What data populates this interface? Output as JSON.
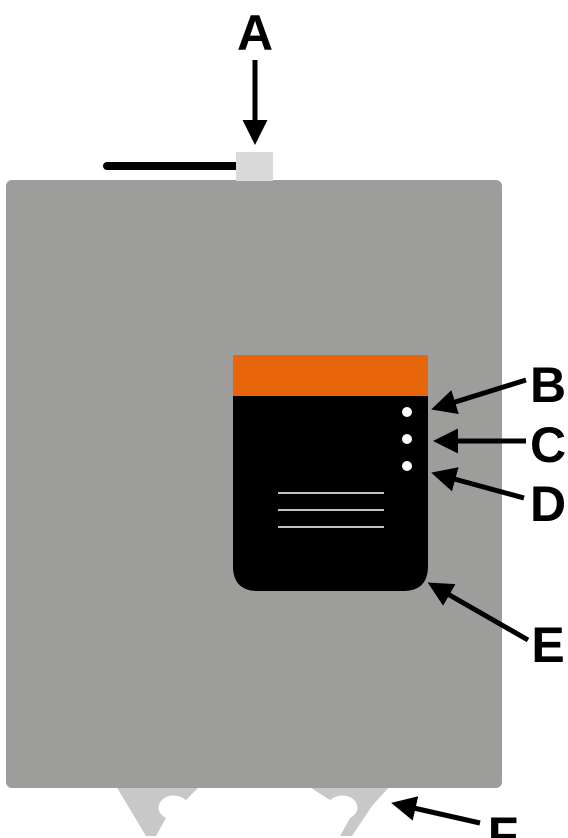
{
  "colors": {
    "housing": "#9d9d9c",
    "connector": "#dadada",
    "panel": "#000000",
    "panel_header": "#e8650a",
    "indicator": "#ffffff",
    "clip": "#c8c8c8",
    "line": "#000000"
  },
  "labels": {
    "a": "A",
    "b": "B",
    "c": "C",
    "d": "D",
    "e": "E",
    "f": "F"
  }
}
